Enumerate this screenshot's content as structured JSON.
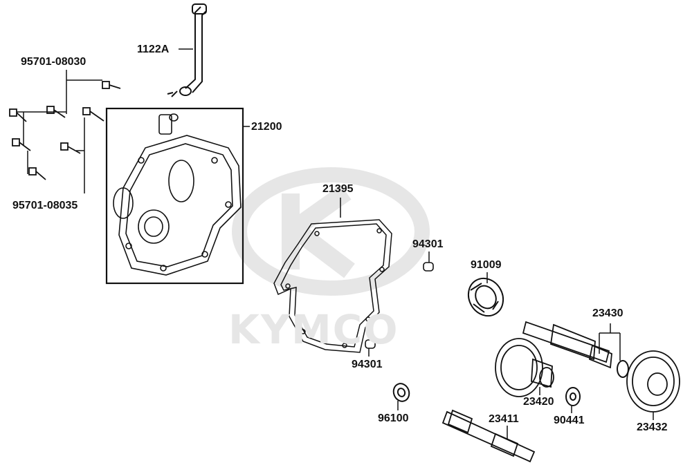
{
  "watermark": {
    "brand": "KYMCO"
  },
  "labels": {
    "hose": "1122A",
    "bolt_upper": "95701-08030",
    "bolt_lower": "95701-08035",
    "cover": "21200",
    "gasket": "21395",
    "dowel_upper": "94301",
    "dowel_lower": "94301",
    "bearing": "91009",
    "oil_seal": "96100",
    "circlips": "23430",
    "counter_gear": "23420",
    "washer": "90441",
    "drive_shaft": "23411",
    "final_gear": "23432"
  },
  "colors": {
    "line": "#111111",
    "watermark": "#e6e6e6"
  }
}
